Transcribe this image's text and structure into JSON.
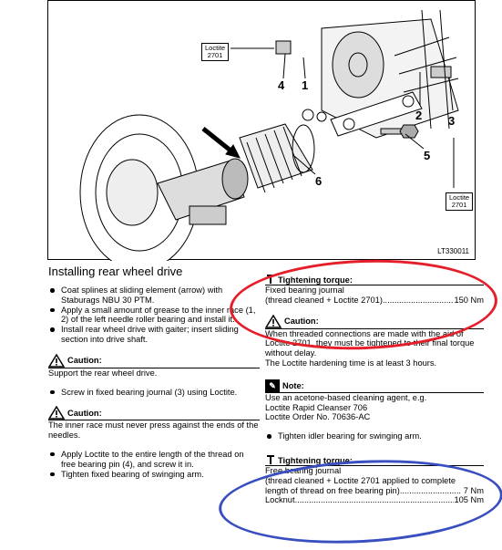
{
  "figure": {
    "reference": "LT330011",
    "callouts": [
      "4",
      "1",
      "2",
      "3",
      "5",
      "6"
    ],
    "loctite_tags": [
      {
        "line1": "Loctite",
        "line2": "2701"
      },
      {
        "line1": "Loctite",
        "line2": "2701"
      }
    ]
  },
  "left": {
    "title": "Installing rear wheel drive",
    "steps1": [
      "Coat splines at sliding element (arrow) with Staburags NBU 30 PTM.",
      "Apply a small amount of grease to the inner race (1, 2) of the left needle roller bearing and install it.",
      "Install rear wheel drive with gaiter; insert sliding section into drive shaft."
    ],
    "caution1": {
      "label": "Caution:",
      "text": "Support the rear wheel drive."
    },
    "steps2": [
      "Screw in fixed bearing journal (3) using Loctite."
    ],
    "caution2": {
      "label": "Caution:",
      "text": "The inner race must never press against the ends of the needles."
    },
    "steps3": [
      "Apply Loctite to the entire length of the thread on free bearing pin (4), and screw it in.",
      "Tighten fixed bearing of swinging arm."
    ]
  },
  "right": {
    "torque1": {
      "label": "Tightening torque:",
      "line1": "Fixed bearing journal",
      "line2": "(thread cleaned + Loctite 2701)",
      "value": "150 Nm"
    },
    "caution3": {
      "label": "Caution:",
      "text1": "When threaded connections are made with the aid of Loctite 2701, they must be tightened to their final torque without delay.",
      "text2": "The Loctite hardening time is at least 3 hours."
    },
    "note": {
      "label": "Note:",
      "line1": "Use an acetone-based cleaning agent, e.g.",
      "line2": "Loctite Rapid Cleanser 706",
      "line3": "Loctite Order No. 70636-AC"
    },
    "steps4": [
      "Tighten idler bearing for swinging arm."
    ],
    "torque2": {
      "label": "Tightening torque:",
      "line1": "Free bearing journal",
      "line2": "(thread cleaned + Loctite 2701 applied to complete",
      "line3": "length of thread on free bearing pin)",
      "value3": "7 Nm",
      "line4": "Locknut",
      "value4": "105 Nm"
    }
  },
  "colors": {
    "red_mark": "#e51f2a",
    "blue_mark": "#3a4fbf"
  }
}
